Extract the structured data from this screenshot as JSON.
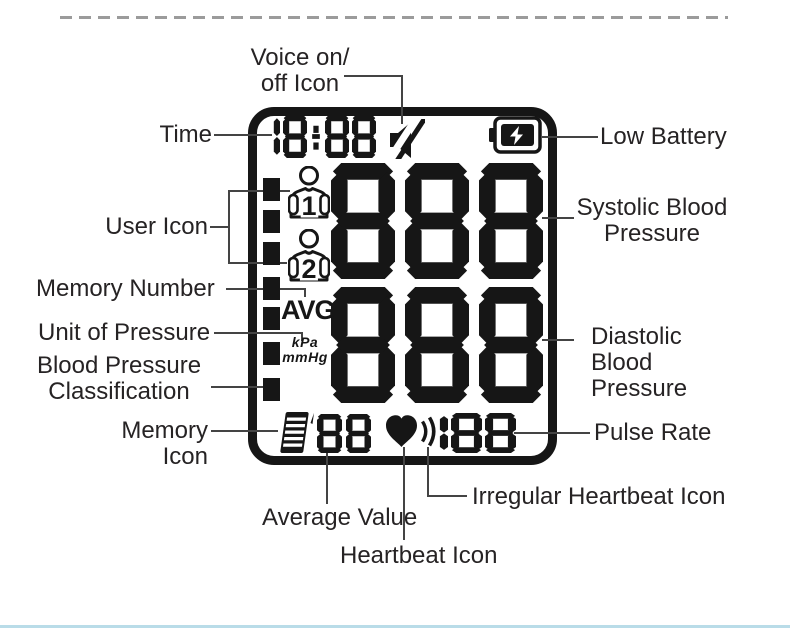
{
  "colors": {
    "ink": "#161616",
    "label": "#262324",
    "leader": "#444444",
    "dash": "#9b9b9b",
    "bottom_bar": "#b9dce8",
    "panel_bg": "#ffffff"
  },
  "display": {
    "time": "18:88",
    "systolic_value": "888",
    "diastolic_value": "888",
    "avg_label": "AVG",
    "unit_kpa": "kPa",
    "unit_mmhg": "mmHg",
    "memory_value": "88",
    "pulse_value": "188",
    "user1_number": "1",
    "user2_number": "2",
    "classification_bars": 7
  },
  "icons": {
    "voice": "muted-speaker-icon",
    "battery": "low-battery-icon",
    "user1": "user-1-icon",
    "user2": "user-2-icon",
    "memory": "memory-notepad-icon",
    "heart": "heart-icon",
    "irregular": "pulse-wave-arcs-icon"
  },
  "labels": {
    "voice": "Voice on/\noff Icon",
    "time": "Time",
    "low_battery": "Low Battery",
    "user_icon": "User Icon",
    "systolic": "Systolic Blood\nPressure",
    "memory_number": "Memory Number",
    "unit_of_pressure": "Unit of Pressure",
    "bp_classification": "Blood Pressure\nClassification",
    "diastolic": "Diastolic\nBlood\nPressure",
    "memory_icon": "Memory Icon",
    "pulse_rate": "Pulse Rate",
    "irregular_heartbeat": "Irregular Heartbeat Icon",
    "average_value": "Average Value",
    "heartbeat_icon": "Heartbeat Icon"
  }
}
